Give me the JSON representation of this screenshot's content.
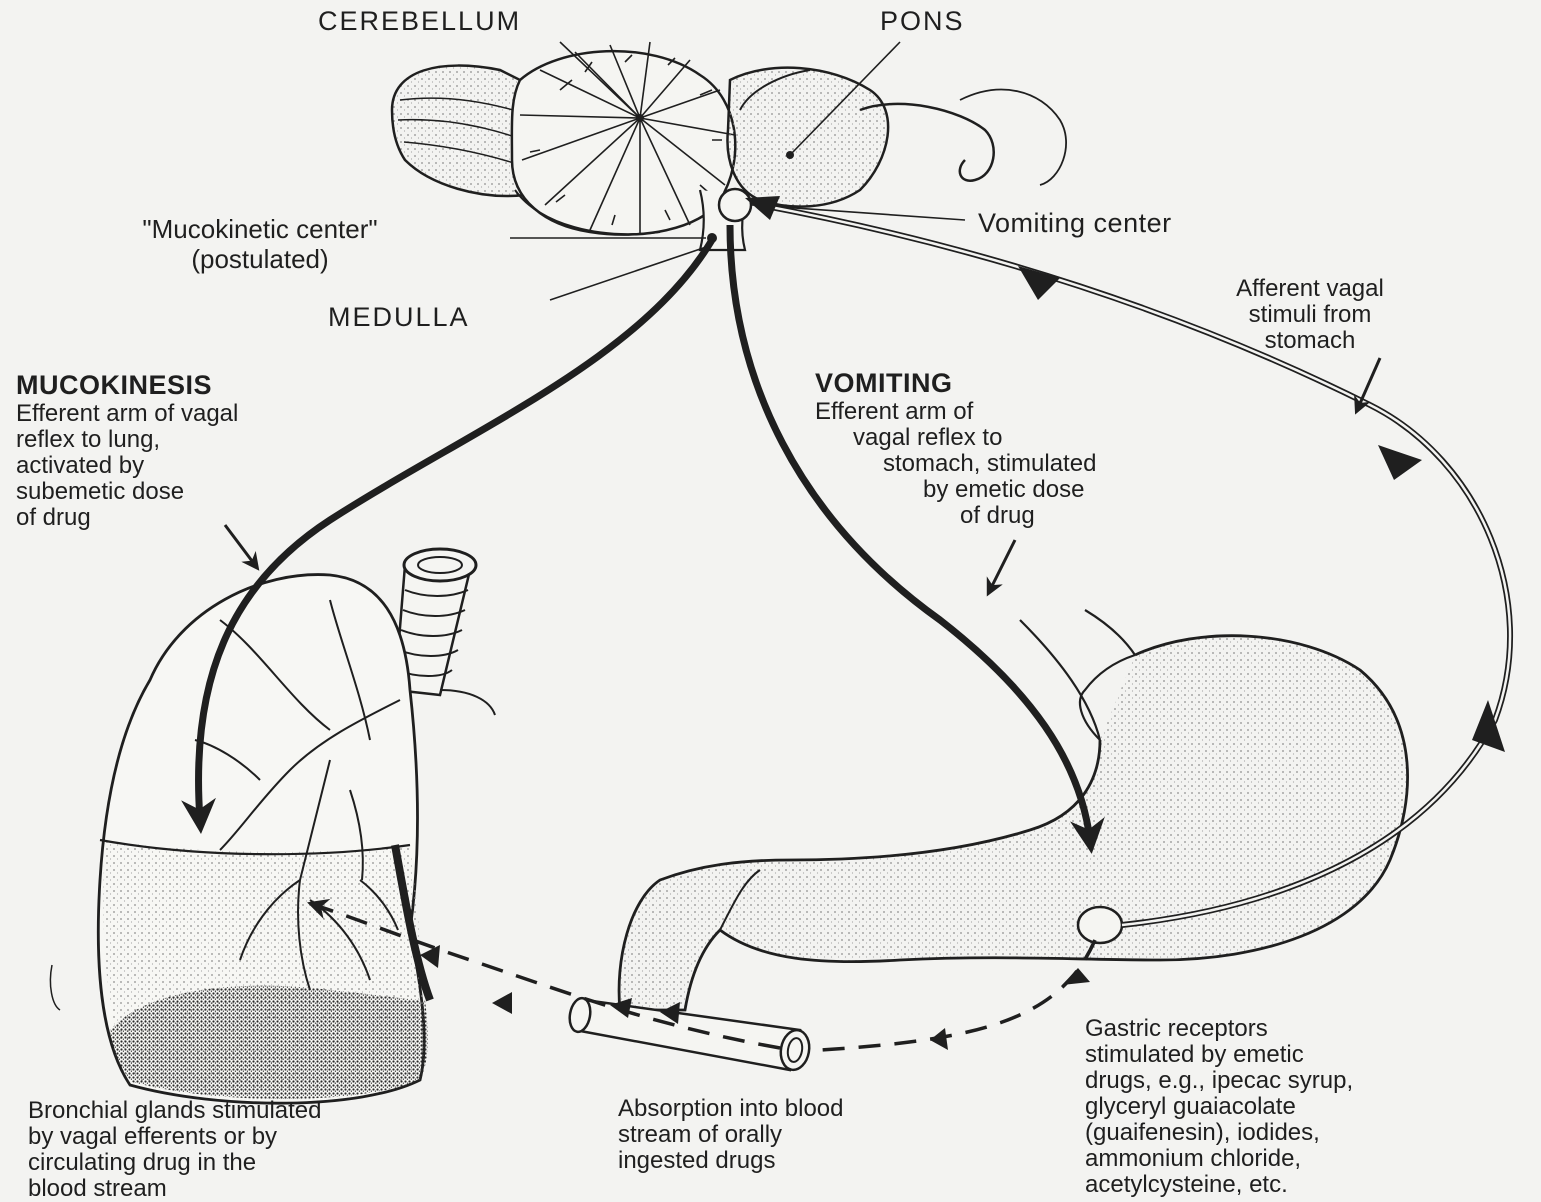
{
  "labels": {
    "cerebellum": "CEREBELLUM",
    "pons": "PONS",
    "mucokinetic_center": [
      "\"Mucokinetic center\"",
      "(postulated)"
    ],
    "medulla": "MEDULLA",
    "vomiting_center": "Vomiting center",
    "afferent_vagal": [
      "Afferent vagal",
      "stimuli from",
      "stomach"
    ]
  },
  "mucokinesis": {
    "title": "MUCOKINESIS",
    "lines": [
      "Efferent arm of vagal",
      "reflex to lung,",
      "activated by",
      "subemetic dose",
      "of drug"
    ]
  },
  "vomiting": {
    "title": "VOMITING",
    "lines": [
      "Efferent arm of",
      "vagal reflex to",
      "stomach, stimulated",
      "by emetic dose",
      "of drug"
    ]
  },
  "captions": {
    "bronchial": [
      "Bronchial glands stimulated",
      "by vagal efferents or by",
      "circulating drug in the",
      "blood stream"
    ],
    "absorption": [
      "Absorption into blood",
      "stream of orally",
      "ingested drugs"
    ],
    "gastric": [
      "Gastric receptors",
      "stimulated by emetic",
      "drugs, e.g., ipecac syrup,",
      "glyceryl guaiacolate",
      "(guaifenesin), iodides,",
      "ammonium chloride,",
      "acetylcysteine, etc."
    ]
  },
  "colors": {
    "ink": "#1f1f1f",
    "paper": "#f3f3f1",
    "stipple": "#9a9a9a"
  }
}
